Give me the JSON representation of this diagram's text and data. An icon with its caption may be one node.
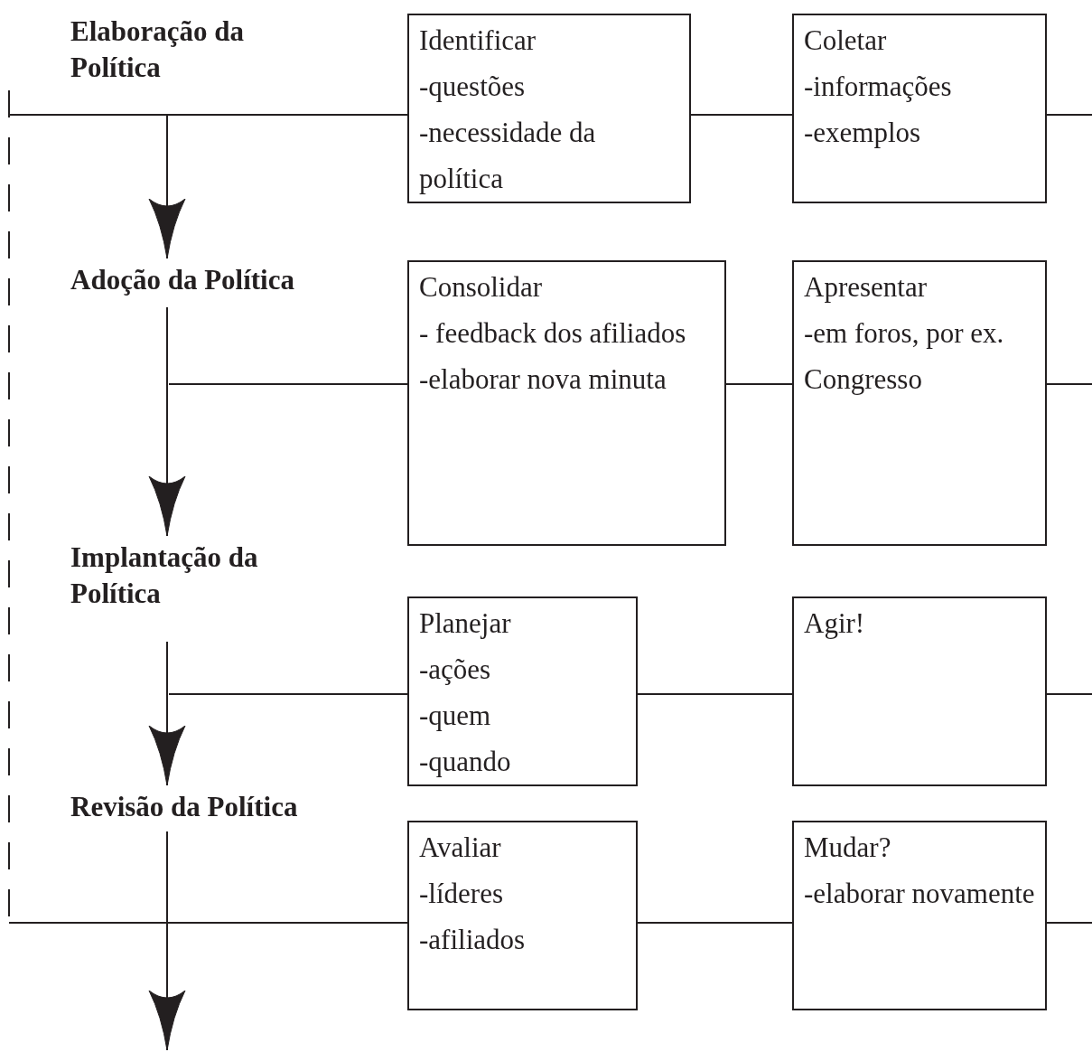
{
  "diagram": {
    "nodes": [
      {
        "text": [
          "Elaboração da Política"
        ]
      },
      {
        "text": [
          "Identificar",
          "-questões",
          "-necessidade da política"
        ]
      },
      {
        "text": [
          "Coletar",
          "-informações",
          "-exemplos"
        ]
      },
      {
        "text": [
          "Adoção da Política"
        ]
      },
      {
        "text": [
          "Consolidar",
          "- feedback dos afiliados",
          "-elaborar nova minuta"
        ]
      },
      {
        "text": [
          "Apresentar",
          "-em foros, por ex. Congresso"
        ]
      },
      {
        "text": [
          "Implantação da Política"
        ]
      },
      {
        "text": [
          "Planejar",
          "-ações",
          "-quem",
          "-quando"
        ]
      },
      {
        "text": [
          "Agir!"
        ]
      },
      {
        "text": [
          "Revisão da Política"
        ]
      },
      {
        "text": [
          "Avaliar",
          "-líderes",
          "-afiliados"
        ]
      },
      {
        "text": [
          "Mudar?",
          "-elaborar novamente"
        ]
      }
    ],
    "edges": [
      {
        "from": 0,
        "to": 3,
        "arrow": "to"
      },
      {
        "from": 3,
        "to": 6,
        "arrow": "to"
      },
      {
        "from": 6,
        "to": 9,
        "arrow": "to"
      },
      {
        "from": 9,
        "to": null,
        "arrow": "to"
      },
      {
        "from": null,
        "to": 1,
        "arrow": "none"
      },
      {
        "from": 1,
        "to": 2,
        "arrow": "none"
      },
      {
        "from": 2,
        "to": null,
        "arrow": "none"
      },
      {
        "from": null,
        "to": 4,
        "arrow": "none"
      },
      {
        "from": 4,
        "to": 5,
        "arrow": "none"
      },
      {
        "from": 5,
        "to": null,
        "arrow": "none"
      },
      {
        "from": null,
        "to": 7,
        "arrow": "none"
      },
      {
        "from": 7,
        "to": 8,
        "arrow": "none"
      },
      {
        "from": 8,
        "to": null,
        "arrow": "none"
      },
      {
        "from": null,
        "to": 10,
        "arrow": "none"
      },
      {
        "from": 10,
        "to": 11,
        "arrow": "none"
      },
      {
        "from": 11,
        "to": null,
        "arrow": "none"
      }
    ]
  }
}
